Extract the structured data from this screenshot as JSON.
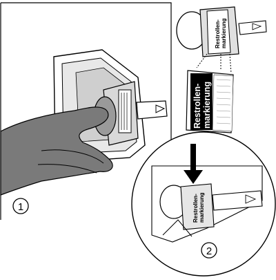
{
  "diagram": {
    "steps": [
      "1",
      "2"
    ],
    "label_main": {
      "line1": "Restrollen-",
      "line2": "markierung"
    },
    "label_detail": {
      "line1": "Restrollen-",
      "line2": "markierung"
    },
    "label_step2": {
      "line1": "Restrollen-",
      "line2": "markierung"
    }
  }
}
